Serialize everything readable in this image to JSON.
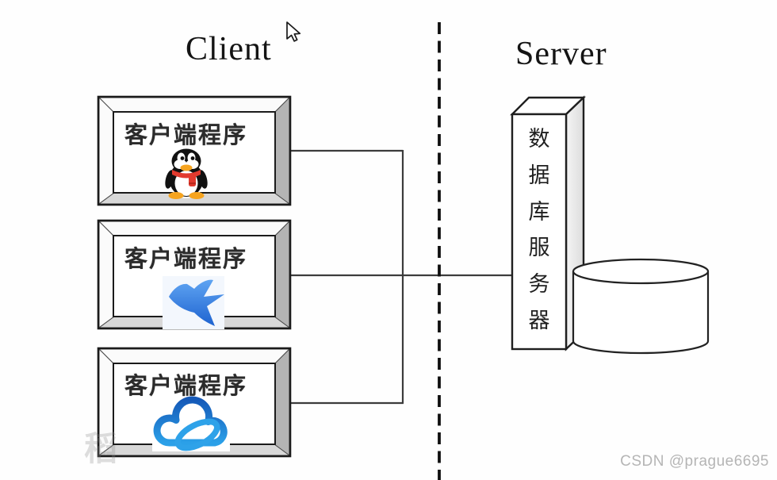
{
  "titles": {
    "client": "Client",
    "server": "Server"
  },
  "clients": [
    {
      "label": "客户端程序",
      "icon": "qq-penguin-icon"
    },
    {
      "label": "客户端程序",
      "icon": "thunder-bird-icon"
    },
    {
      "label": "客户端程序",
      "icon": "cloud-drive-icon"
    }
  ],
  "server": {
    "label": "数据库服务器",
    "label_chars": [
      "数",
      "据",
      "库",
      "服",
      "务",
      "器"
    ],
    "storage_icon": "database-cylinder"
  },
  "watermark": {
    "csdn": "CSDN @prague6695",
    "faint_char": "稻"
  },
  "colors": {
    "line": "#3c3c3c",
    "divider": "#101010",
    "frame_side_gray": "#b4b4b4",
    "frame_bottom_gray": "#d8d8d8",
    "qq_red": "#e23a2e",
    "qq_orange": "#f6a41f",
    "thunder_blue": "#2a6fd9",
    "cloud_blue_dark": "#1559b8",
    "cloud_blue_light": "#2ba0e8"
  }
}
